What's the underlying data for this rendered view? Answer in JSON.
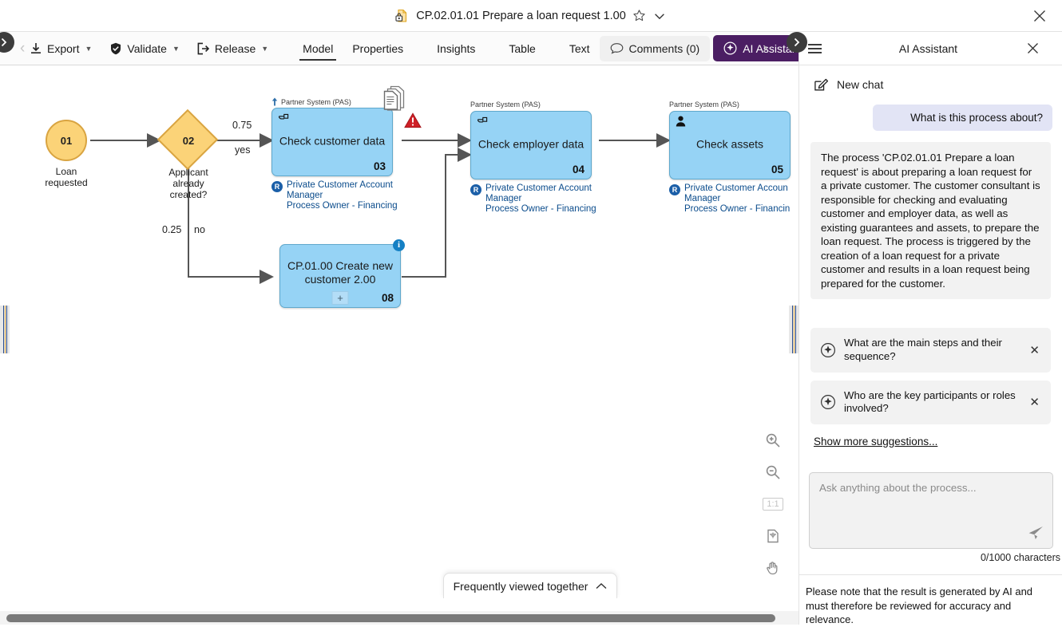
{
  "window": {
    "title": "CP.02.01.01 Prepare a loan request 1.00",
    "doc_icon": "locked-document-icon",
    "star_icon": "star-icon",
    "caret_icon": "chevron-down-icon",
    "close_icon": "window-close-icon"
  },
  "toolbar": {
    "buttons": [
      {
        "label": "Export",
        "icon": "export-download-icon",
        "caret": "⌄"
      },
      {
        "label": "Validate",
        "icon": "shield-check-icon",
        "caret": "⌄"
      },
      {
        "label": "Release",
        "icon": "release-arrow-icon",
        "caret": "⌄"
      }
    ],
    "tabs": [
      {
        "label": "Model",
        "active": true
      },
      {
        "label": "Properties",
        "active": false
      },
      {
        "label": "Insights",
        "active": false
      },
      {
        "label": "Table",
        "active": false
      },
      {
        "label": "Text",
        "active": false
      }
    ],
    "comments_label": "Comments (0)",
    "comments_icon": "comment-bubble-icon",
    "ai_label": "AI Assistant",
    "ai_icon": "sparkle-icon",
    "ai_accent": "#4b1e63",
    "nav_prev": "‹",
    "nav_next": "›"
  },
  "diagram": {
    "nodes": [
      {
        "id": "01",
        "type": "start-event",
        "number": "01",
        "caption": "Loan\nrequested",
        "caption_line1": "Loan",
        "caption_line2": "requested"
      },
      {
        "id": "02",
        "type": "gateway",
        "number": "02",
        "caption_line1": "Applicant",
        "caption_line2": "already",
        "caption_line3": "created?"
      },
      {
        "id": "03",
        "type": "task",
        "number": "03",
        "title": "Check customer data",
        "lane": "Partner System (PAS)",
        "lane_icon": "arrow-up-icon",
        "glyph": "manual-hand-icon",
        "role_badge": "R",
        "role_line1": "Private Customer Account",
        "role_line2": "Manager",
        "role_line3": "Process Owner - Financing",
        "has_document_icon": true,
        "has_warning_icon": true
      },
      {
        "id": "04",
        "type": "task",
        "number": "04",
        "title": "Check employer data",
        "lane": "Partner System (PAS)",
        "glyph": "manual-hand-icon",
        "role_badge": "R",
        "role_line1": "Private Customer Account",
        "role_line2": "Manager",
        "role_line3": "Process Owner - Financing"
      },
      {
        "id": "05",
        "type": "task",
        "number": "05",
        "title": "Check assets",
        "lane": "Partner System (PAS)",
        "glyph": "person-icon",
        "role_badge": "R",
        "role_line1": "Private Customer Accoun",
        "role_line2": "Manager",
        "role_line3": "Process Owner - Financin"
      },
      {
        "id": "08",
        "type": "subprocess",
        "number": "08",
        "title_line1": "CP.01.00 Create new",
        "title_line2": "customer 2.00",
        "expand": "+",
        "info_badge": "i"
      }
    ],
    "edge_labels": {
      "yes_prob": "0.75",
      "yes": "yes",
      "no_prob": "0.25",
      "no": "no"
    },
    "tools": [
      {
        "name": "zoom-in-icon"
      },
      {
        "name": "zoom-out-icon"
      },
      {
        "name": "zoom-reset-icon",
        "label": "1:1"
      },
      {
        "name": "fit-to-page-icon"
      },
      {
        "name": "pan-hand-icon"
      }
    ],
    "frequently_viewed": {
      "label": "Frequently viewed together",
      "caret": "chevron-up-icon"
    }
  },
  "ai_panel": {
    "menu_icon": "hamburger-menu-icon",
    "title": "AI Assistant",
    "close_icon": "close-icon",
    "new_chat": {
      "label": "New chat",
      "icon": "compose-pencil-icon"
    },
    "user_message": "What is this process about?",
    "bot_message": "The process 'CP.02.01.01 Prepare a loan request' is about preparing a loan request for a private customer. The customer consultant is responsible for checking and evaluating customer and employer data, as well as existing guarantees and assets, to prepare the loan request. The process is triggered by the creation of a loan request for a private customer and results in a loan request being prepared for the customer.",
    "suggestions": [
      {
        "text": "What are the main steps and their sequence?",
        "icon": "sparkle-icon",
        "dismiss": "✕"
      },
      {
        "text": "Who are the key participants or roles involved?",
        "icon": "sparkle-icon",
        "dismiss": "✕"
      }
    ],
    "show_more": "Show more suggestions...",
    "composer": {
      "placeholder": "Ask anything about the process...",
      "value": "",
      "send_icon": "send-paper-plane-icon"
    },
    "char_count": "0/1000 characters",
    "disclaimer": "Please note that the result is generated by AI and must therefore be reviewed for accuracy and relevance."
  }
}
